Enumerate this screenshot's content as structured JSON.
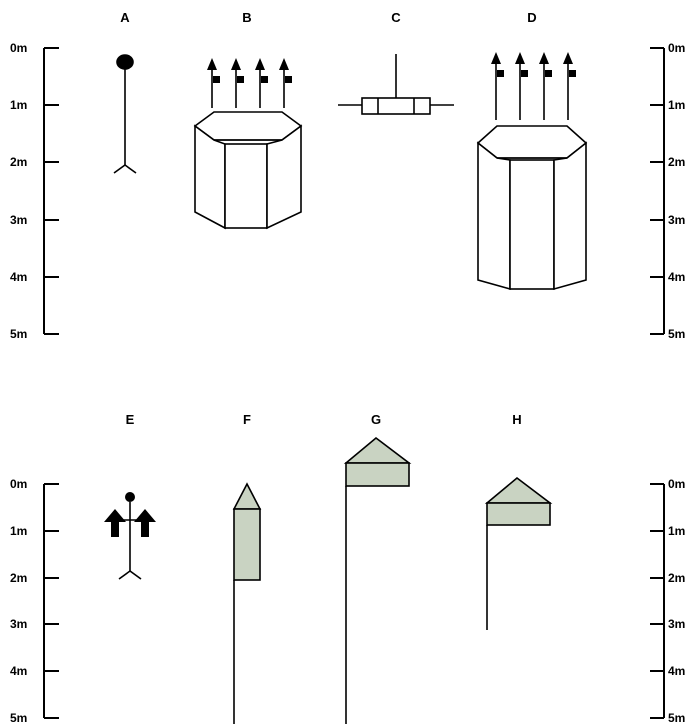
{
  "top_panel": {
    "labels": [
      "A",
      "B",
      "C",
      "D"
    ],
    "scale_ticks": [
      "0m",
      "1m",
      "2m",
      "3m",
      "4m",
      "5m"
    ]
  },
  "bottom_panel": {
    "labels": [
      "E",
      "F",
      "G",
      "H"
    ],
    "scale_ticks": [
      "0m",
      "1m",
      "2m",
      "3m",
      "4m",
      "5m"
    ]
  },
  "colors": {
    "line": "#000000",
    "background": "#ffffff",
    "shaded_fill": "#c9d3c2"
  }
}
